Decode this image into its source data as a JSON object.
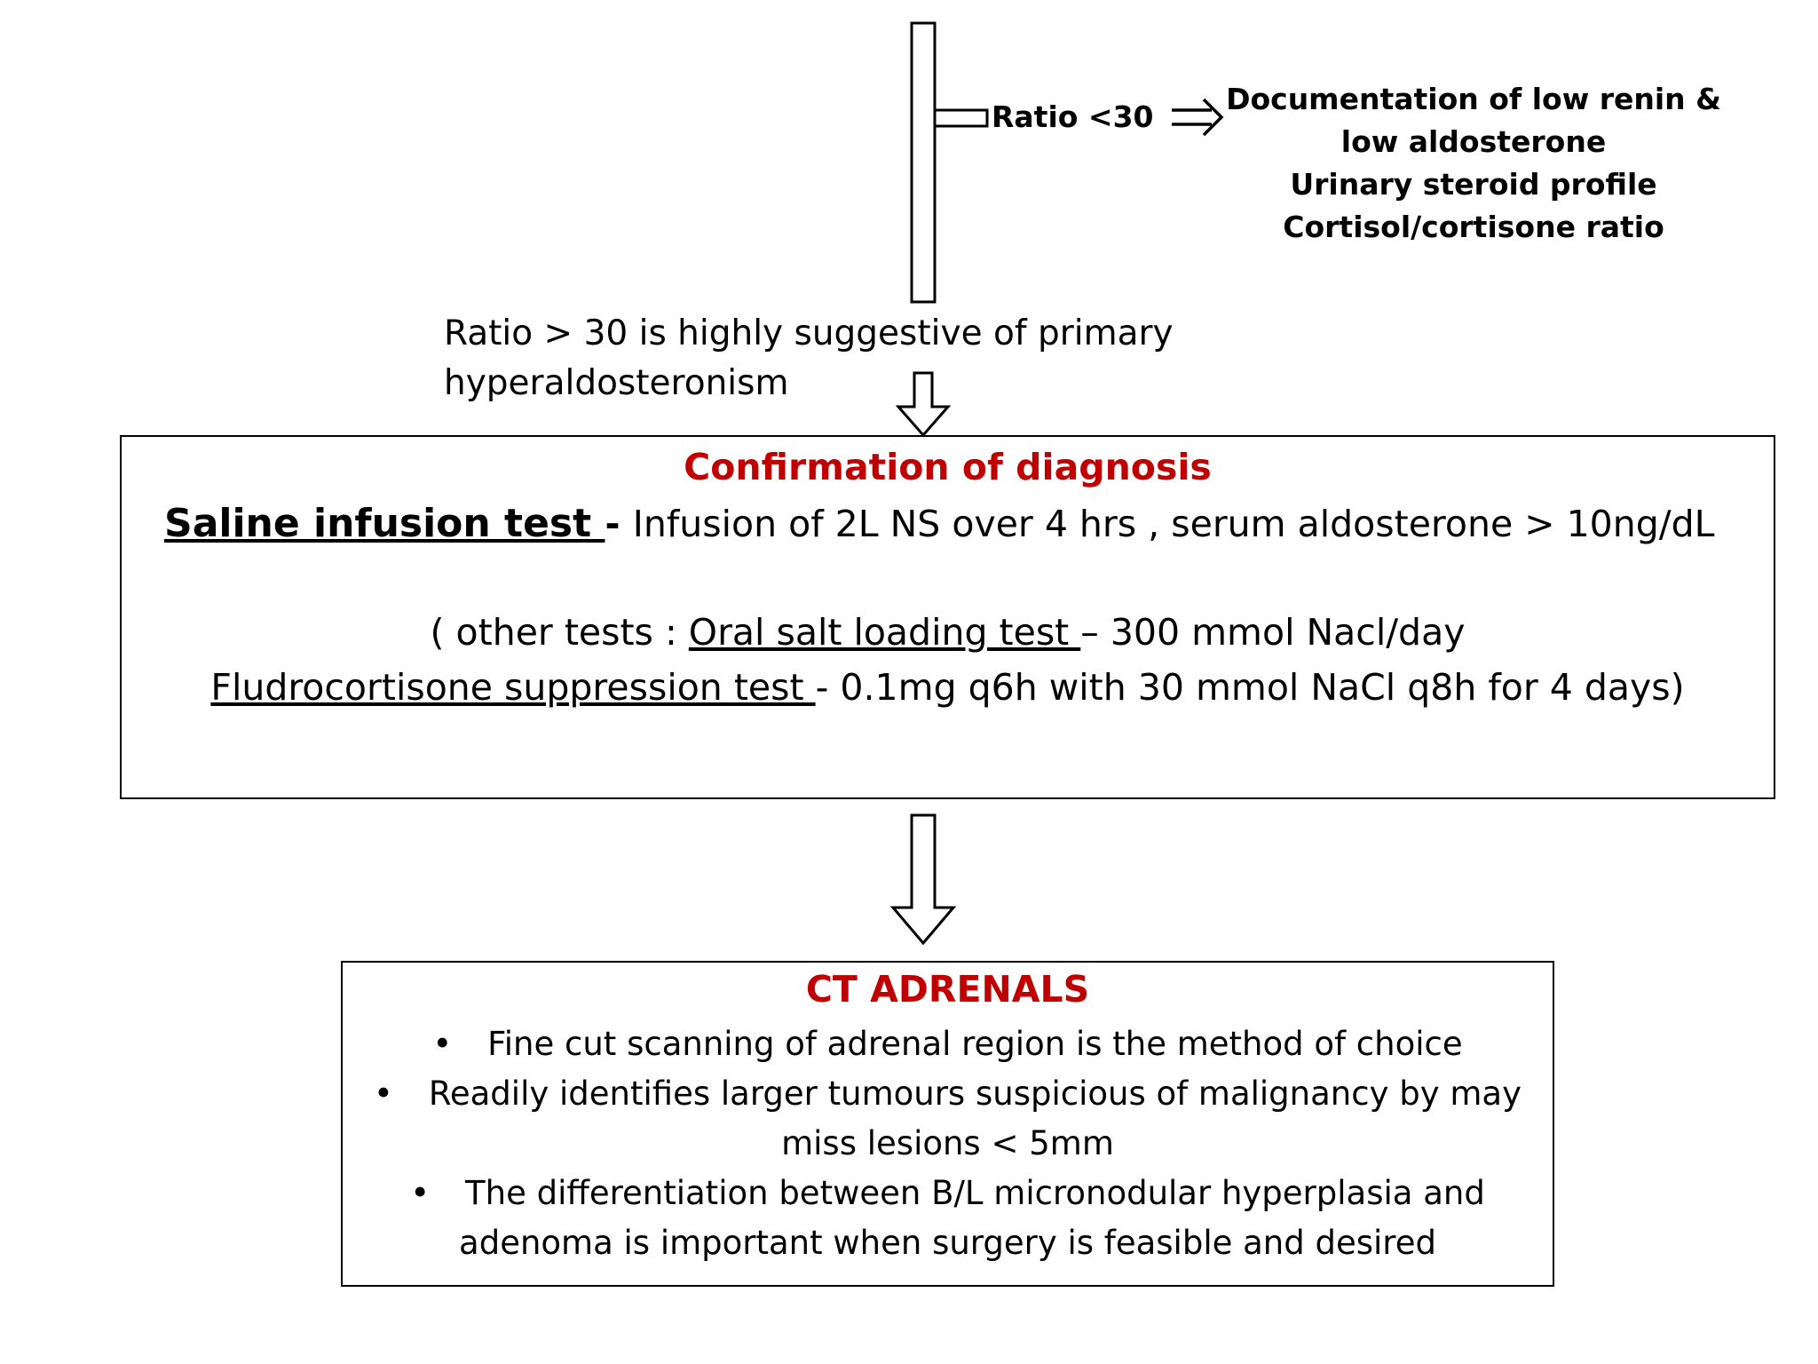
{
  "top_branch": {
    "ratio_lt_label": "Ratio <30",
    "documentation_lines": [
      "Documentation of low renin &",
      "low aldosterone",
      "Urinary steroid profile",
      "Cortisol/cortisone ratio"
    ]
  },
  "ratio_gt_note": {
    "line1": "Ratio > 30 is highly suggestive of primary",
    "line2": "hyperaldosteronism"
  },
  "confirmation_box": {
    "title": "Confirmation  of diagnosis",
    "saline_label": "Saline infusion test ",
    "saline_dash": " - ",
    "saline_text": "Infusion of 2L NS over 4 hrs , serum aldosterone > 10ng/dL",
    "other_prefix": "( other tests   : ",
    "oral_label": "Oral salt loading test ",
    "oral_text": "– 300 mmol Nacl/day",
    "fludro_label": "Fludrocortisone suppression test ",
    "fludro_text": " - 0.1mg q6h with 30 mmol NaCl q8h for 4 days)"
  },
  "ct_box": {
    "title": "CT ADRENALS",
    "bullet_char": "•",
    "bullets": [
      {
        "line1": "Fine cut scanning of adrenal region is the method of choice",
        "line2": ""
      },
      {
        "line1": "Readily identifies larger tumours suspicious of malignancy by may",
        "line2": "miss lesions < 5mm"
      },
      {
        "line1": "The differentiation between B/L micronodular hyperplasia and",
        "line2": "adenoma is important when surgery is feasible and desired"
      }
    ]
  },
  "colors": {
    "heading": "#c00000",
    "text": "#000000",
    "border": "#000000"
  }
}
